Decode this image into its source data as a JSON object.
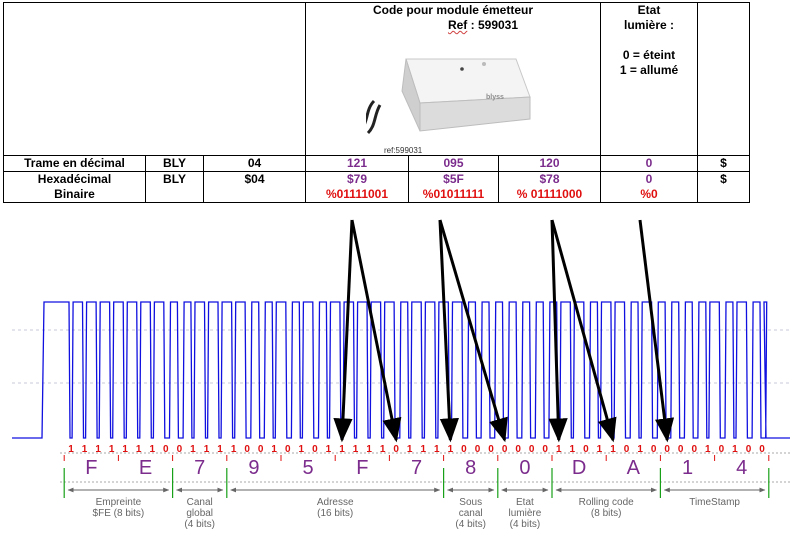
{
  "table": {
    "code_title": "Code pour module émetteur",
    "ref_word": "Ref",
    "ref_rest": " : 599031",
    "device_ref": "ref:599031",
    "device_brand": "blyss",
    "etat_title": "Etat",
    "etat_line2": "lumière :",
    "etat_off": "0 = éteint",
    "etat_on": "1 = allumé",
    "row1": {
      "label": "Trame en décimal",
      "c1": "BLY",
      "c2": "04",
      "c3": "121",
      "c4": "095",
      "c5": "120",
      "c6": "0",
      "c7": "$"
    },
    "row2": {
      "label_a": "Hexadécimal",
      "label_b": "Binaire",
      "c1": "BLY",
      "c2": "$04",
      "c3a": "$79",
      "c3b": "%01111001",
      "c4a": "$5F",
      "c4b": "%01011111",
      "c5a": "$78",
      "c5b": "% 01111000",
      "c6a": "0",
      "c6b": "%0",
      "c7": "$"
    }
  },
  "bits": [
    "1",
    "1",
    "1",
    "1",
    "1",
    "1",
    "1",
    "0",
    "0",
    "1",
    "1",
    "1",
    "1",
    "0",
    "0",
    "1",
    "0",
    "1",
    "0",
    "1",
    "1",
    "1",
    "1",
    "1",
    "0",
    "1",
    "1",
    "1",
    "1",
    "0",
    "0",
    "0",
    "0",
    "0",
    "0",
    "0",
    "1",
    "1",
    "0",
    "1",
    "1",
    "0",
    "1",
    "0",
    "0",
    "0",
    "0",
    "1",
    "0",
    "1",
    "0",
    "0"
  ],
  "hex_digits": [
    "F",
    "E",
    "7",
    "9",
    "5",
    "F",
    "7",
    "8",
    "0",
    "D",
    "A",
    "1",
    "4"
  ],
  "fields": [
    {
      "lines": [
        "Empreinte",
        "$FE (8 bits)"
      ]
    },
    {
      "lines": [
        "Canal",
        "global",
        "(4 bits)"
      ]
    },
    {
      "lines": [
        "Adresse",
        "(16 bits)"
      ]
    },
    {
      "lines": [
        "Sous",
        "canal",
        "(4 bits)"
      ]
    },
    {
      "lines": [
        "Etat",
        "lumière",
        "(4 bits)"
      ]
    },
    {
      "lines": [
        "Rolling code",
        "(8 bits)"
      ]
    },
    {
      "lines": [
        "TimeStamp"
      ]
    }
  ],
  "colors": {
    "signal": "#1010e0",
    "bits": "#e01010",
    "hex": "#7b2c8c",
    "separator": "#18a018",
    "arrow": "#000000"
  }
}
